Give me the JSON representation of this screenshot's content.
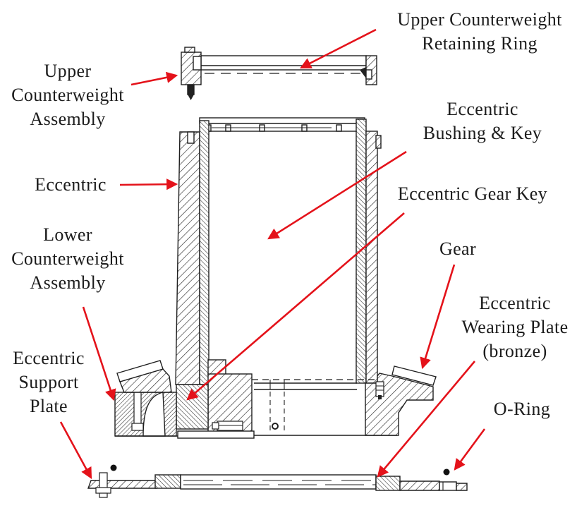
{
  "figure": {
    "background_color": "#ffffff",
    "ink_color": "#1f1f1f",
    "arrow_color": "#e4121a"
  },
  "labels": {
    "upper_retaining_ring": {
      "lines": [
        "Upper Counterweight",
        "Retaining Ring"
      ]
    },
    "upper_cw": {
      "lines": [
        "Upper",
        "Counterweight",
        "Assembly"
      ]
    },
    "eccentric": {
      "lines": [
        "Eccentric"
      ]
    },
    "bushing_key": {
      "lines": [
        "Eccentric",
        "Bushing & Key"
      ]
    },
    "gear_key": {
      "lines": [
        "Eccentric Gear Key"
      ]
    },
    "lower_cw": {
      "lines": [
        "Lower",
        "Counterweight",
        "Assembly"
      ]
    },
    "gear": {
      "lines": [
        "Gear"
      ]
    },
    "wearing_plate": {
      "lines": [
        "Eccentric",
        "Wearing Plate",
        "(bronze)"
      ]
    },
    "support_plate": {
      "lines": [
        "Eccentric",
        "Support",
        "Plate"
      ]
    },
    "o_ring": {
      "lines": [
        "O-Ring"
      ]
    }
  }
}
